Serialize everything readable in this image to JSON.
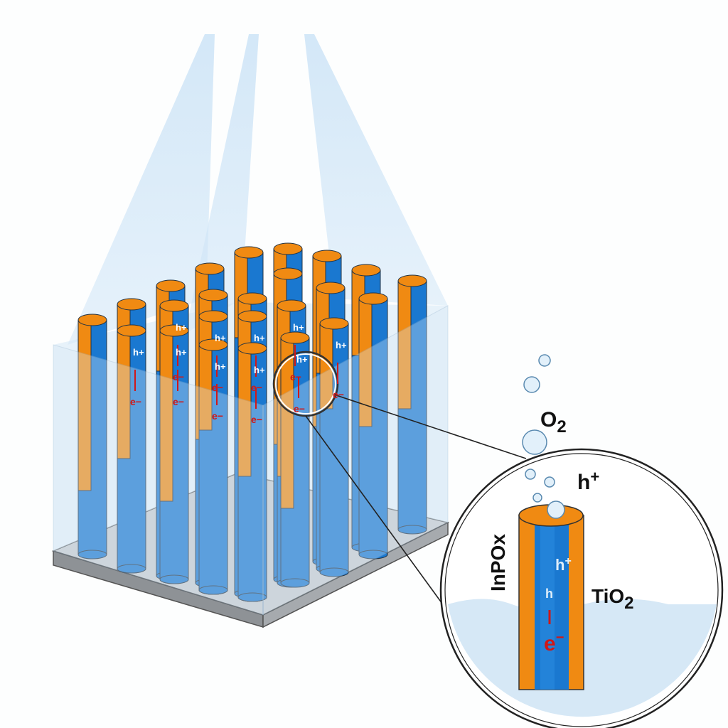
{
  "labels": {
    "o2": "O",
    "o2_sub": "2",
    "h_plus_outer": "h",
    "plus": "+",
    "inpox": "InPOx",
    "tio2": "TiO",
    "tio2_sub": "2",
    "inner_h_plus": "h",
    "inner_h": "h",
    "inner_e": "e",
    "minus": "−",
    "rod_h": "h+",
    "rod_e": "e−"
  },
  "colors": {
    "orange": "#f08a12",
    "blue": "#1a78d0",
    "water": "#d6e8f6",
    "electron": "#d01818"
  }
}
